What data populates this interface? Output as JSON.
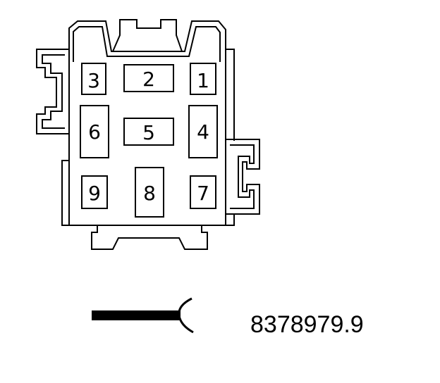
{
  "connector": {
    "cavities": [
      {
        "label": "1"
      },
      {
        "label": "2"
      },
      {
        "label": "3"
      },
      {
        "label": "4"
      },
      {
        "label": "5"
      },
      {
        "label": "6"
      },
      {
        "label": "7"
      },
      {
        "label": "8"
      },
      {
        "label": "9"
      }
    ]
  },
  "legend": {
    "reference_number": "8378979.9"
  },
  "colors": {
    "line": "#000000",
    "background": "#ffffff"
  }
}
